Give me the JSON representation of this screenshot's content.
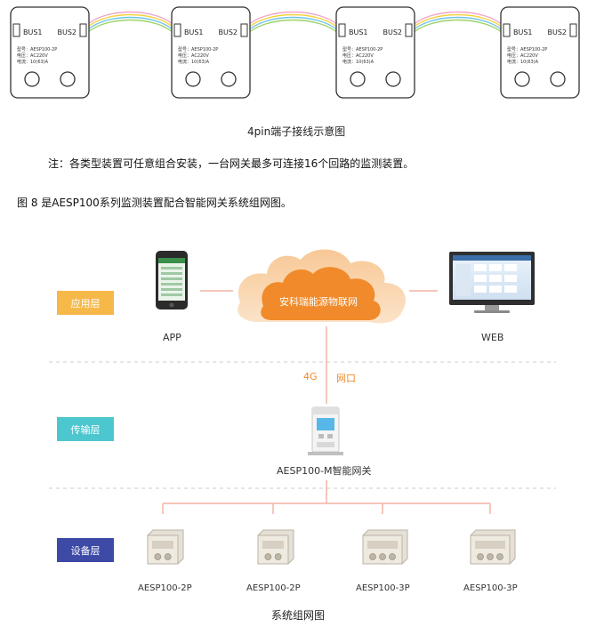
{
  "wiring": {
    "caption": "4pin端子接线示意图",
    "modules": [
      {
        "bus1": "BUS1",
        "bus2": "BUS2",
        "model": "型号：AESP100-2P",
        "voltage": "电压：AC220V",
        "current": "电流：10(63)A"
      },
      {
        "bus1": "BUS1",
        "bus2": "BUS2",
        "model": "型号：AESP100-2P",
        "voltage": "电压：AC220V",
        "current": "电流：10(63)A"
      },
      {
        "bus1": "BUS1",
        "bus2": "BUS2",
        "model": "型号：AESP100-2P",
        "voltage": "电压：AC220V",
        "current": "电流：10(63)A"
      },
      {
        "bus1": "BUS1",
        "bus2": "BUS2",
        "model": "型号：AESP100-2P",
        "voltage": "电压：AC220V",
        "current": "电流：10(63)A"
      }
    ],
    "wire_colors": [
      "#f2a6c9",
      "#f5d23c",
      "#6fc3e8",
      "#9bd36a"
    ]
  },
  "note": "注：各类型装置可任意组合安装，一台网关最多可连接16个回路的监测装置。",
  "figure_intro": "图 8 是AESP100系列监测装置配合智能网关系统组网图。",
  "topology": {
    "layers": [
      {
        "label": "应用层",
        "color": "#f7b84a"
      },
      {
        "label": "传输层",
        "color": "#4cc6cf"
      },
      {
        "label": "设备层",
        "color": "#3d4aa6"
      }
    ],
    "cloud_label": "安科瑞能源物联网",
    "cloud_color": "#f08a2a",
    "app_label": "APP",
    "web_label": "WEB",
    "link_4g": "4G",
    "link_net": "网口",
    "gateway_label": "AESP100-M智能网关",
    "devices": [
      "AESP100-2P",
      "AESP100-2P",
      "AESP100-3P",
      "AESP100-3P"
    ],
    "caption": "系统组网图",
    "line_color": "#f2b4a4"
  }
}
